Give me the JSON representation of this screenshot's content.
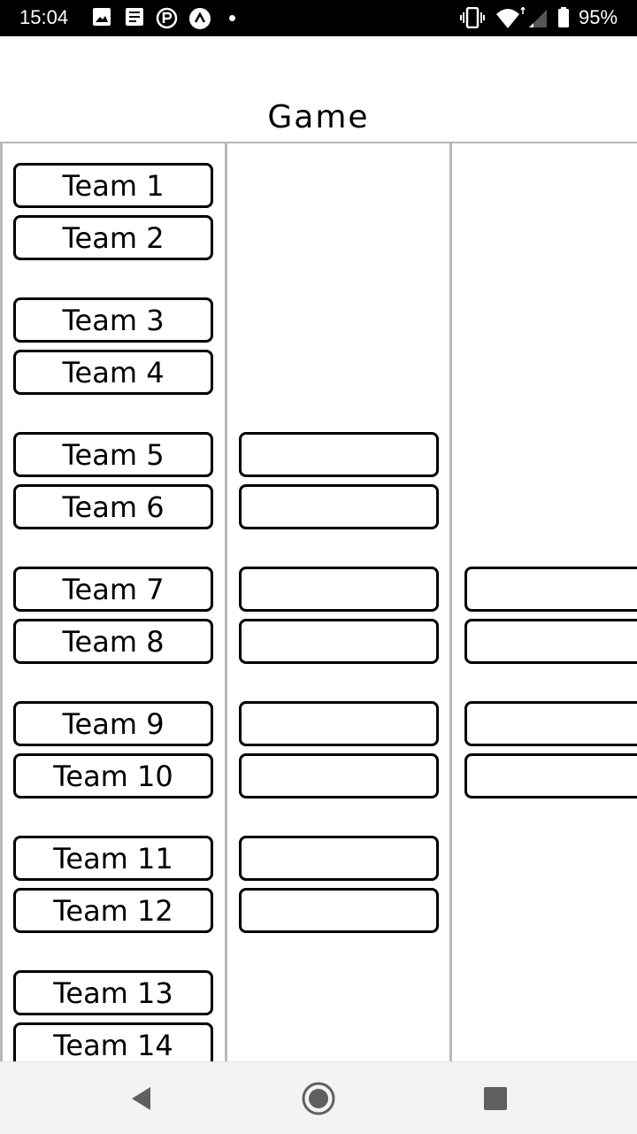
{
  "status_bar": {
    "time": "15:04",
    "battery": "95%",
    "icons": [
      "image-icon",
      "notes-icon",
      "registered-icon",
      "arrow-up-icon",
      "dot-icon",
      "vibrate-icon",
      "wifi-icon",
      "signal-icon",
      "battery-icon"
    ]
  },
  "title": "Game",
  "bracket": {
    "round1": [
      "Team 1",
      "Team 2",
      "Team 3",
      "Team 4",
      "Team 5",
      "Team 6",
      "Team 7",
      "Team 8",
      "Team 9",
      "Team 10",
      "Team 11",
      "Team 12",
      "Team 13",
      "Team 14"
    ],
    "round2": [
      "",
      "",
      "",
      "",
      "",
      "",
      "",
      ""
    ],
    "round3": [
      "",
      "",
      "",
      ""
    ]
  },
  "nav_bar": {
    "buttons": [
      "back-icon",
      "home-icon",
      "recents-icon"
    ]
  }
}
